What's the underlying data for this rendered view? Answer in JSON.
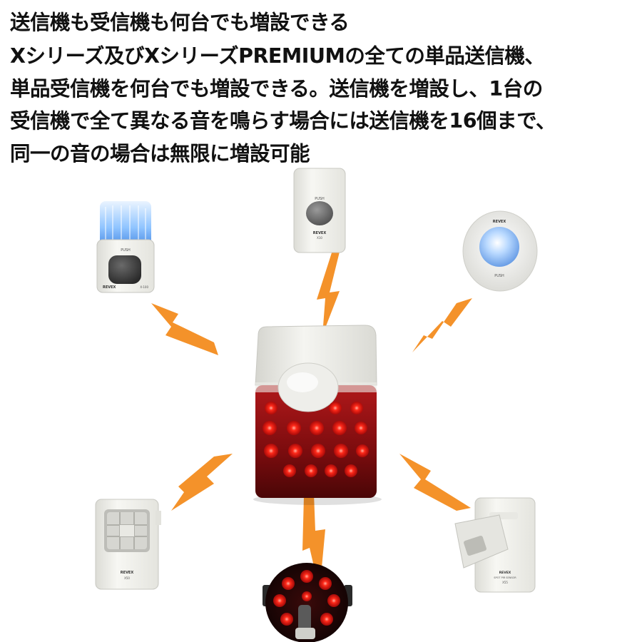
{
  "headline": {
    "title": "送信機も受信機も何台でも増設できる",
    "lines": [
      "Xシリーズ及びXシリーズPREMIUMの全ての単品送信機、",
      "単品受信機を何台でも増設できる。送信機を増設し、1台の",
      "受信機で全て異なる音を鳴らす場合には送信機を16個まで、",
      "同一の音の場合は無限に増設可能"
    ]
  },
  "devices": {
    "push_button_light": {
      "label": "PUSH",
      "brand": "REVEX",
      "model": "X-100"
    },
    "push_button_top": {
      "label": "PUSH",
      "brand": "REVEX",
      "model": "X10"
    },
    "round_button": {
      "label_top": "REVEX",
      "label_bottom": "PUSH"
    },
    "pir_sensor": {
      "brand": "REVEX",
      "model": "X50"
    },
    "spot_sensor": {
      "brand": "REVEX",
      "caption": "SPOT PIR SENSOR",
      "model": "X55"
    }
  },
  "colors": {
    "bolt": "#f4922a",
    "siren_red": "#8a0d10",
    "led_red": "#ff2a1a",
    "device_white": "#f2f2ee",
    "button_dark": "#3b3b3b",
    "glow_blue": "#6fb6ff"
  }
}
